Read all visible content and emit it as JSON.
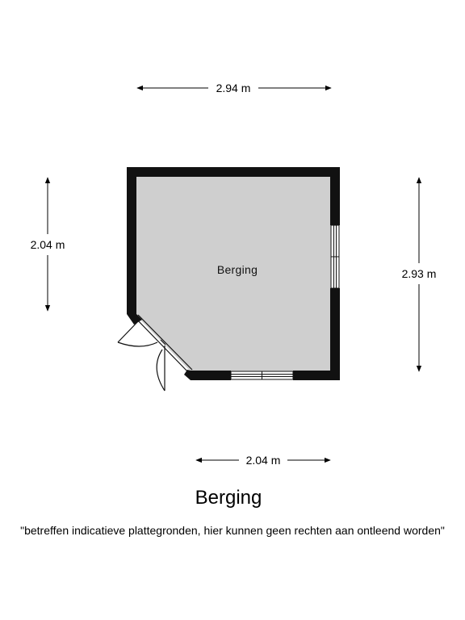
{
  "dimensions": {
    "top_width": "2.94 m",
    "left_height": "2.04 m",
    "right_height": "2.93 m",
    "bottom_width": "2.04 m"
  },
  "room": {
    "name": "Berging"
  },
  "title": "Berging",
  "disclaimer": "\"betreffen indicatieve plattegronden, hier kunnen geen rechten aan ontleend worden\"",
  "colors": {
    "wall": "#111111",
    "floor": "#cfcfcf",
    "line": "#000000"
  }
}
